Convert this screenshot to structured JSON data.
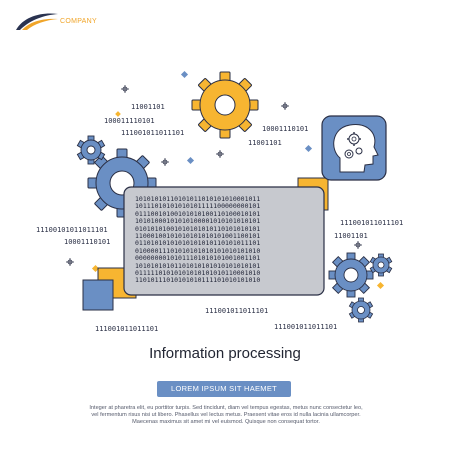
{
  "brand": {
    "name": "COMPANY",
    "accent": "#f0a52a",
    "dark": "#2a3350"
  },
  "colors": {
    "blue": "#6a8fc4",
    "orange": "#f7b531",
    "grey": "#c7c9cf",
    "stroke": "#2a2f45"
  },
  "binary_labels": [
    "11001101",
    "100011110101",
    "111001011011101",
    "10001110101",
    "11001101",
    "11100101011011101",
    "10001110101",
    "111001011011101",
    "11001101",
    "111001011011101",
    "111001011011101",
    "111001011011101"
  ],
  "screen_lines": [
    "10101010110101011010101010001011",
    "10111010101010101111100000000101",
    "01110010100101010100110100010101",
    "10101000101010100001010101010101",
    "01010101001010101010110101010101",
    "11000100101010101010101001100101",
    "01101010101010101010110101011101",
    "01000011101010101010101010101010",
    "00000000101011101010101001001101",
    "10101010101101010101010101010101",
    "01111101010101010101010110001010",
    "11010111010101010111101010101010"
  ],
  "headline": "Information processing",
  "button_label": "LOREM IPSUM SIT HAEMET",
  "body_lines": [
    "Integer at pharetra elit, eu porttitor turpis. Sed tincidunt, diam vel tempus egestas, metus nunc consectetur leo,",
    "vel fermentum risus nisi ut libero. Phasellus vel lectus metus. Praesent vitae eros id nulla lacinia ullamcorper.",
    "Maecenas maximus sit amet mi vel euismod. Quisque non consequat tortor."
  ]
}
